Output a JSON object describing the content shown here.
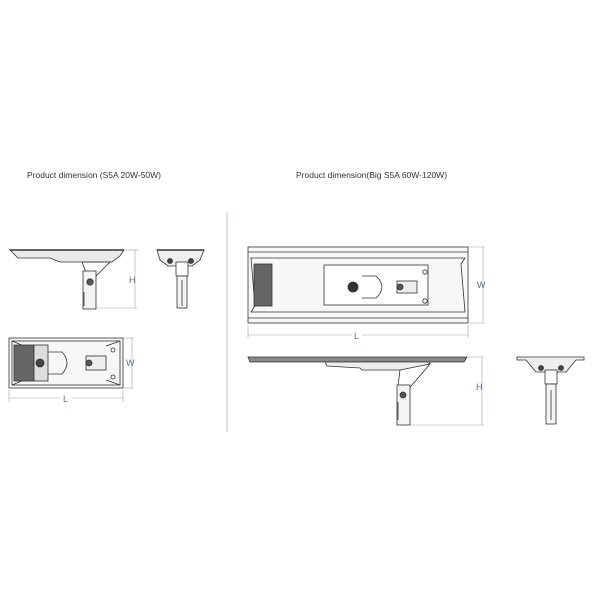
{
  "left_section": {
    "title": "Product dimension (S5A 20W-50W)",
    "dimensions": {
      "height_label": "H",
      "width_label": "W",
      "length_label": "L"
    }
  },
  "right_section": {
    "title": "Product dimension(Big S5A 60W-120W)",
    "dimensions": {
      "height_label": "H",
      "width_label": "W",
      "length_label": "L"
    }
  },
  "colors": {
    "line": "#333333",
    "dimension_line": "#9aa3b5",
    "divider": "#b7c2c6",
    "label": "#5a6f9a"
  }
}
